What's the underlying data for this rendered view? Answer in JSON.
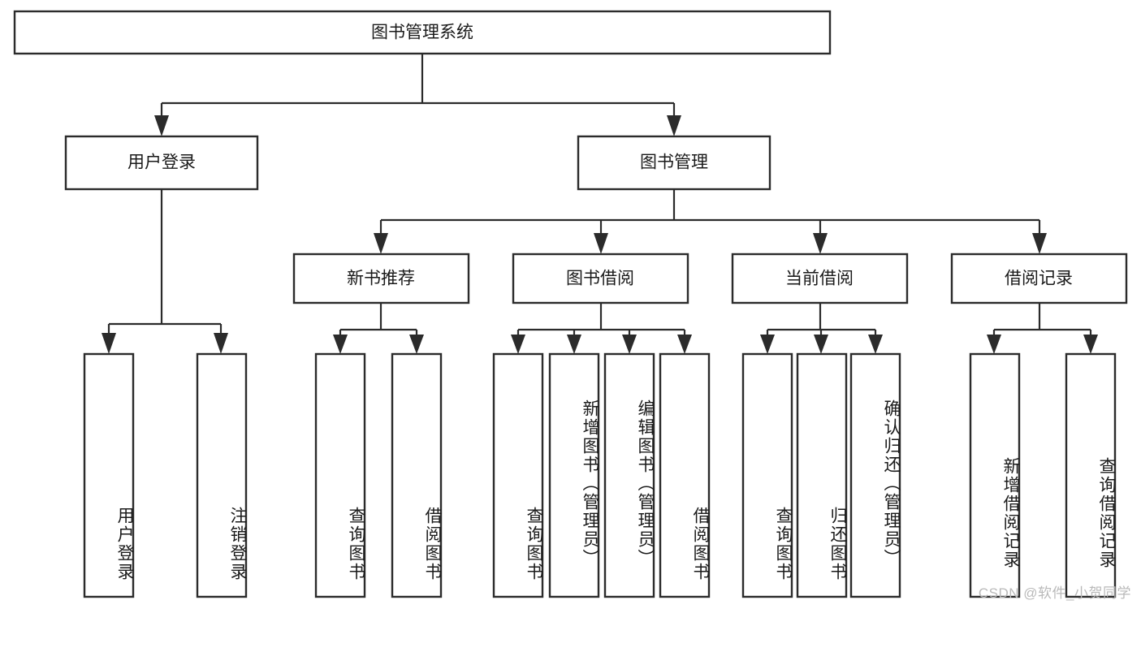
{
  "diagram": {
    "type": "tree-hierarchy",
    "title": "图书管理系统",
    "orientation": "top-down",
    "colors": {
      "box_stroke": "#2b2b2b",
      "box_fill": "#ffffff",
      "connector": "#2b2b2b",
      "label": "#1a1a1a",
      "watermark": "#b9b9b9",
      "background": "#ffffff"
    },
    "root": {
      "id": "root",
      "label": "图书管理系统",
      "orientation": "horizontal"
    },
    "level2": [
      {
        "id": "user-login",
        "label": "用户登录",
        "orientation": "horizontal"
      },
      {
        "id": "book-manage",
        "label": "图书管理",
        "orientation": "horizontal"
      }
    ],
    "level3": [
      {
        "id": "new-book-recommend",
        "label": "新书推荐",
        "orientation": "horizontal"
      },
      {
        "id": "book-borrow",
        "label": "图书借阅",
        "orientation": "horizontal"
      },
      {
        "id": "current-borrow",
        "label": "当前借阅",
        "orientation": "horizontal"
      },
      {
        "id": "borrow-record",
        "label": "借阅记录",
        "orientation": "horizontal"
      }
    ],
    "leaves": {
      "user-login": [
        {
          "id": "leaf-user-login",
          "label": "用户登录",
          "orientation": "vertical"
        },
        {
          "id": "leaf-user-logout",
          "label": "注销登录",
          "orientation": "vertical"
        }
      ],
      "new-book-recommend": [
        {
          "id": "leaf-query-book-1",
          "label": "查询图书",
          "orientation": "vertical"
        },
        {
          "id": "leaf-borrow-book-1",
          "label": "借阅图书",
          "orientation": "vertical"
        }
      ],
      "book-borrow": [
        {
          "id": "leaf-query-book-2",
          "label": "查询图书",
          "orientation": "vertical"
        },
        {
          "id": "leaf-add-book",
          "label": "新增图书（管理员）",
          "orientation": "vertical"
        },
        {
          "id": "leaf-edit-book",
          "label": "编辑图书（管理员）",
          "orientation": "vertical"
        },
        {
          "id": "leaf-borrow-book-2",
          "label": "借阅图书",
          "orientation": "vertical"
        }
      ],
      "current-borrow": [
        {
          "id": "leaf-query-book-3",
          "label": "查询图书",
          "orientation": "vertical"
        },
        {
          "id": "leaf-return-book",
          "label": "归还图书",
          "orientation": "vertical"
        },
        {
          "id": "leaf-confirm-return",
          "label": "确认归还（管理员）",
          "orientation": "vertical"
        }
      ],
      "borrow-record": [
        {
          "id": "leaf-add-record",
          "label": "新增借阅记录",
          "orientation": "vertical"
        },
        {
          "id": "leaf-query-record",
          "label": "查询借阅记录",
          "orientation": "vertical"
        }
      ]
    },
    "watermark": "CSDN @软件_小贺同学"
  }
}
